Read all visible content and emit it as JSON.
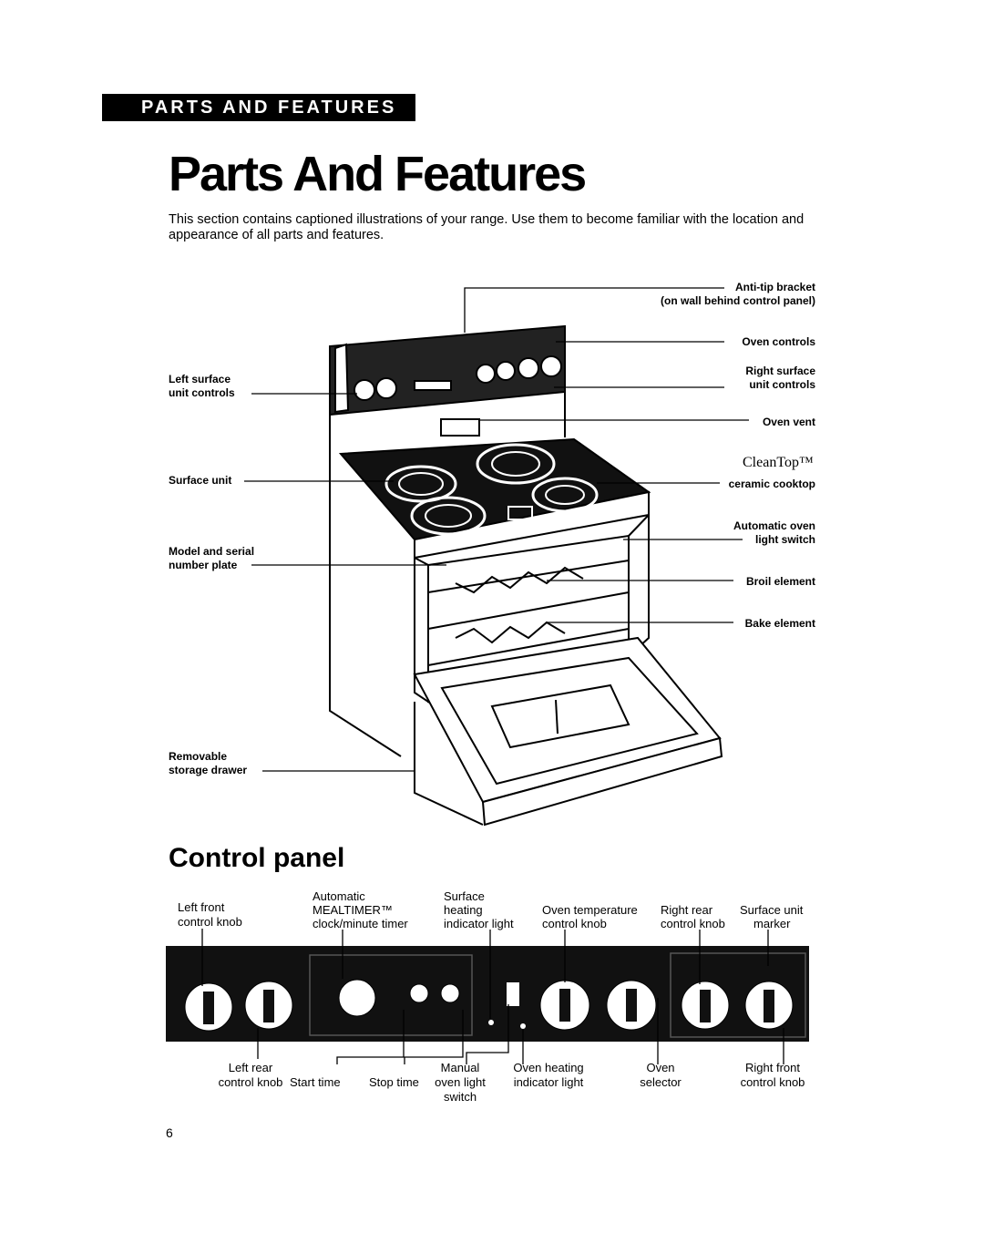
{
  "header": {
    "banner": "PARTS AND FEATURES",
    "title": "Parts And Features"
  },
  "intro": "This section contains captioned illustrations of your range. Use them to become familiar with the location and appearance of all parts and features.",
  "range_callouts": {
    "anti_tip_1": "Anti-tip bracket",
    "anti_tip_2": "(on wall behind control panel)",
    "oven_controls": "Oven controls",
    "right_surface_1": "Right surface",
    "right_surface_2": "unit controls",
    "oven_vent": "Oven vent",
    "cleantop_logo": "CleanTop™",
    "ceramic_cooktop": "ceramic cooktop",
    "auto_light_1": "Automatic oven",
    "auto_light_2": "light switch",
    "broil_element": "Broil element",
    "bake_element": "Bake element",
    "left_surface_1": "Left surface",
    "left_surface_2": "unit controls",
    "surface_unit": "Surface unit",
    "model_serial_1": "Model and serial",
    "model_serial_2": "number plate",
    "storage_1": "Removable",
    "storage_2": "storage drawer"
  },
  "control_panel": {
    "heading": "Control panel",
    "top": {
      "left_front_1": "Left front",
      "left_front_2": "control knob",
      "mealtimer_1": "Automatic",
      "mealtimer_2": "MEALTIMER™",
      "mealtimer_3": "clock/minute timer",
      "surface_heating_1": "Surface",
      "surface_heating_2": "heating",
      "surface_heating_3": "indicator light",
      "oven_temp_1": "Oven temperature",
      "oven_temp_2": "control knob",
      "right_rear_1": "Right rear",
      "right_rear_2": "control knob",
      "surface_marker_1": "Surface unit",
      "surface_marker_2": "marker"
    },
    "bottom": {
      "left_rear_1": "Left rear",
      "left_rear_2": "control knob",
      "start_time": "Start time",
      "stop_time": "Stop time",
      "manual_1": "Manual",
      "manual_2": "oven light",
      "manual_3": "switch",
      "oven_heating_1": "Oven heating",
      "oven_heating_2": "indicator light",
      "oven_selector_1": "Oven",
      "oven_selector_2": "selector",
      "right_front_1": "Right front",
      "right_front_2": "control knob"
    }
  },
  "page_number": "6"
}
